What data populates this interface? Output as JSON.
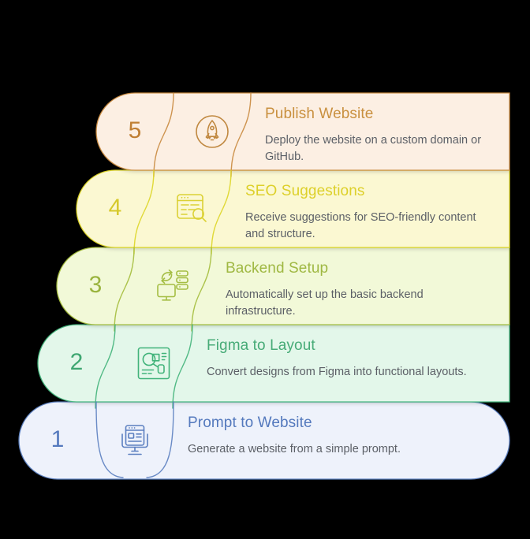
{
  "infographic": {
    "title_semantic": "website-builder-steps",
    "background_color": "#000000",
    "step_count": 5,
    "steps": [
      {
        "number": "5",
        "title": "Publish Website",
        "description": "Deploy the website on a custom domain or GitHub.",
        "icon": "rocket-in-circle-icon",
        "fill": "#fcefe3",
        "stroke": "#c98a3f",
        "title_color": "#c9903f",
        "number_color": "#c07f33",
        "desc_color": "#5b5f66",
        "icon_color": "#c08840"
      },
      {
        "number": "4",
        "title": "SEO Suggestions",
        "description": "Receive suggestions for SEO-friendly content and structure.",
        "icon": "browser-search-icon",
        "fill": "#fbf8d2",
        "stroke": "#ddd526",
        "title_color": "#ddd02a",
        "number_color": "#d6c92b",
        "desc_color": "#5b5f66",
        "icon_color": "#dbd134"
      },
      {
        "number": "3",
        "title": "Backend Setup",
        "description": "Automatically set up the basic backend infrastructure.",
        "icon": "server-monitor-sync-icon",
        "fill": "#f2f9d8",
        "stroke": "#a4bd3c",
        "title_color": "#9fb842",
        "number_color": "#9ab43f",
        "desc_color": "#5b5f66",
        "icon_color": "#a4bd43"
      },
      {
        "number": "2",
        "title": "Figma to Layout",
        "description": "Convert designs from Figma into functional layouts.",
        "icon": "design-board-icon",
        "fill": "#e3f7ea",
        "stroke": "#41b37a",
        "title_color": "#47ab77",
        "number_color": "#3fa772",
        "desc_color": "#5b5f66",
        "icon_color": "#41b37a"
      },
      {
        "number": "1",
        "title": "Prompt to Website",
        "description": "Generate a website from a simple prompt.",
        "icon": "monitor-webpage-icon",
        "fill": "#eef2fb",
        "stroke": "#5b7fc0",
        "title_color": "#5479bd",
        "number_color": "#5479bd",
        "desc_color": "#5b5f66",
        "icon_color": "#5b7fc0"
      }
    ]
  }
}
